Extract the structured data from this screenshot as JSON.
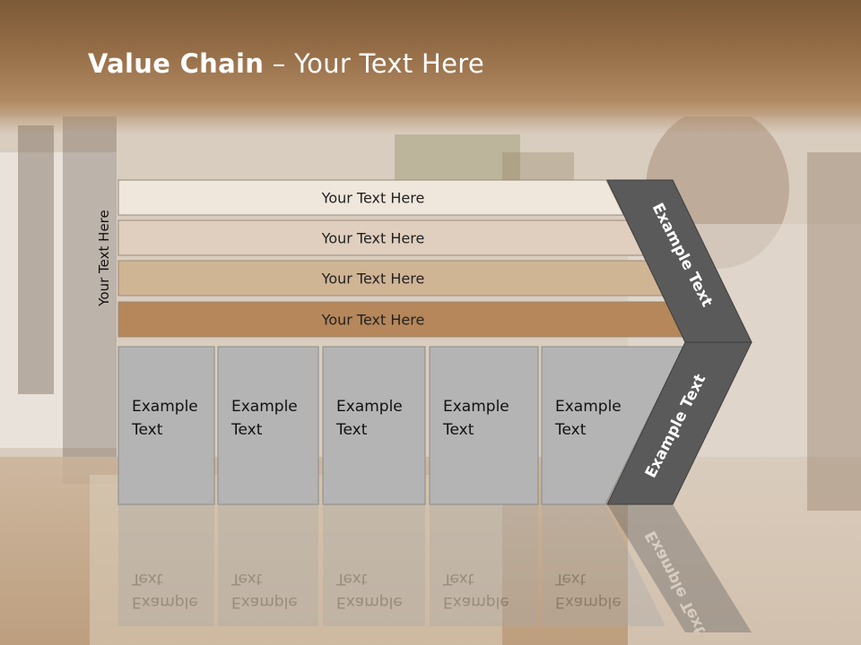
{
  "slide": {
    "title_bold": "Value Chain",
    "title_rest": " – Your Text Here",
    "vertical_label": "Your Text Here"
  },
  "bars": [
    {
      "label": "Your Text Here",
      "color": "#efe6dc"
    },
    {
      "label": "Your Text Here",
      "color": "#e0cfbe"
    },
    {
      "label": "Your Text Here",
      "color": "#d0b595"
    },
    {
      "label": "Your Text Here",
      "color": "#b5875a"
    }
  ],
  "boxes": [
    {
      "line1": "Example",
      "line2": "Text"
    },
    {
      "line1": "Example",
      "line2": "Text"
    },
    {
      "line1": "Example",
      "line2": "Text"
    },
    {
      "line1": "Example",
      "line2": "Text"
    },
    {
      "line1": "Example",
      "line2": "Text"
    }
  ],
  "arrow_labels": {
    "upper": "Example Text",
    "lower": "Example Text"
  },
  "colors": {
    "box_fill": "#b4b4b4",
    "chevron_fill": "#5a5a5a",
    "header_brown": "#9a724b"
  }
}
